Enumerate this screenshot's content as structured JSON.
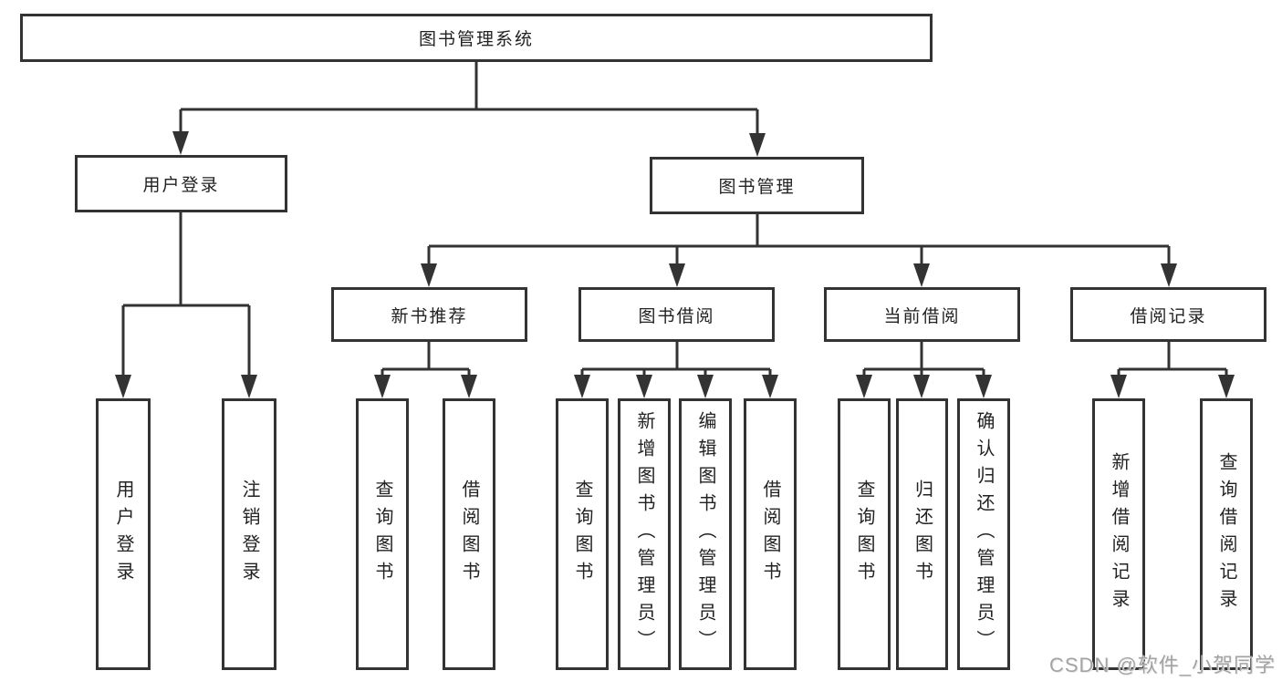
{
  "diagram": {
    "root": {
      "label": "图书管理系统"
    },
    "branches": [
      {
        "label": "用户登录",
        "children": [
          {
            "label": "用户登录"
          },
          {
            "label": "注销登录"
          }
        ]
      },
      {
        "label": "图书管理",
        "children": [
          {
            "label": "新书推荐",
            "children": [
              {
                "label": "查询图书"
              },
              {
                "label": "借阅图书"
              }
            ]
          },
          {
            "label": "图书借阅",
            "children": [
              {
                "label": "查询图书"
              },
              {
                "label": "新增图书（管理员）"
              },
              {
                "label": "编辑图书（管理员）"
              },
              {
                "label": "借阅图书"
              }
            ]
          },
          {
            "label": "当前借阅",
            "children": [
              {
                "label": "查询图书"
              },
              {
                "label": "归还图书"
              },
              {
                "label": "确认归还（管理员）"
              }
            ]
          },
          {
            "label": "借阅记录",
            "children": [
              {
                "label": "新增借阅记录"
              },
              {
                "label": "查询借阅记录"
              }
            ]
          }
        ]
      }
    ]
  },
  "watermark": {
    "text": "CSDN @软件_小贺同学"
  },
  "colors": {
    "line": "#333333",
    "box_border": "#333333",
    "box_background": "#ffffff",
    "text": "#222222",
    "watermark": "#a3a3a3"
  }
}
